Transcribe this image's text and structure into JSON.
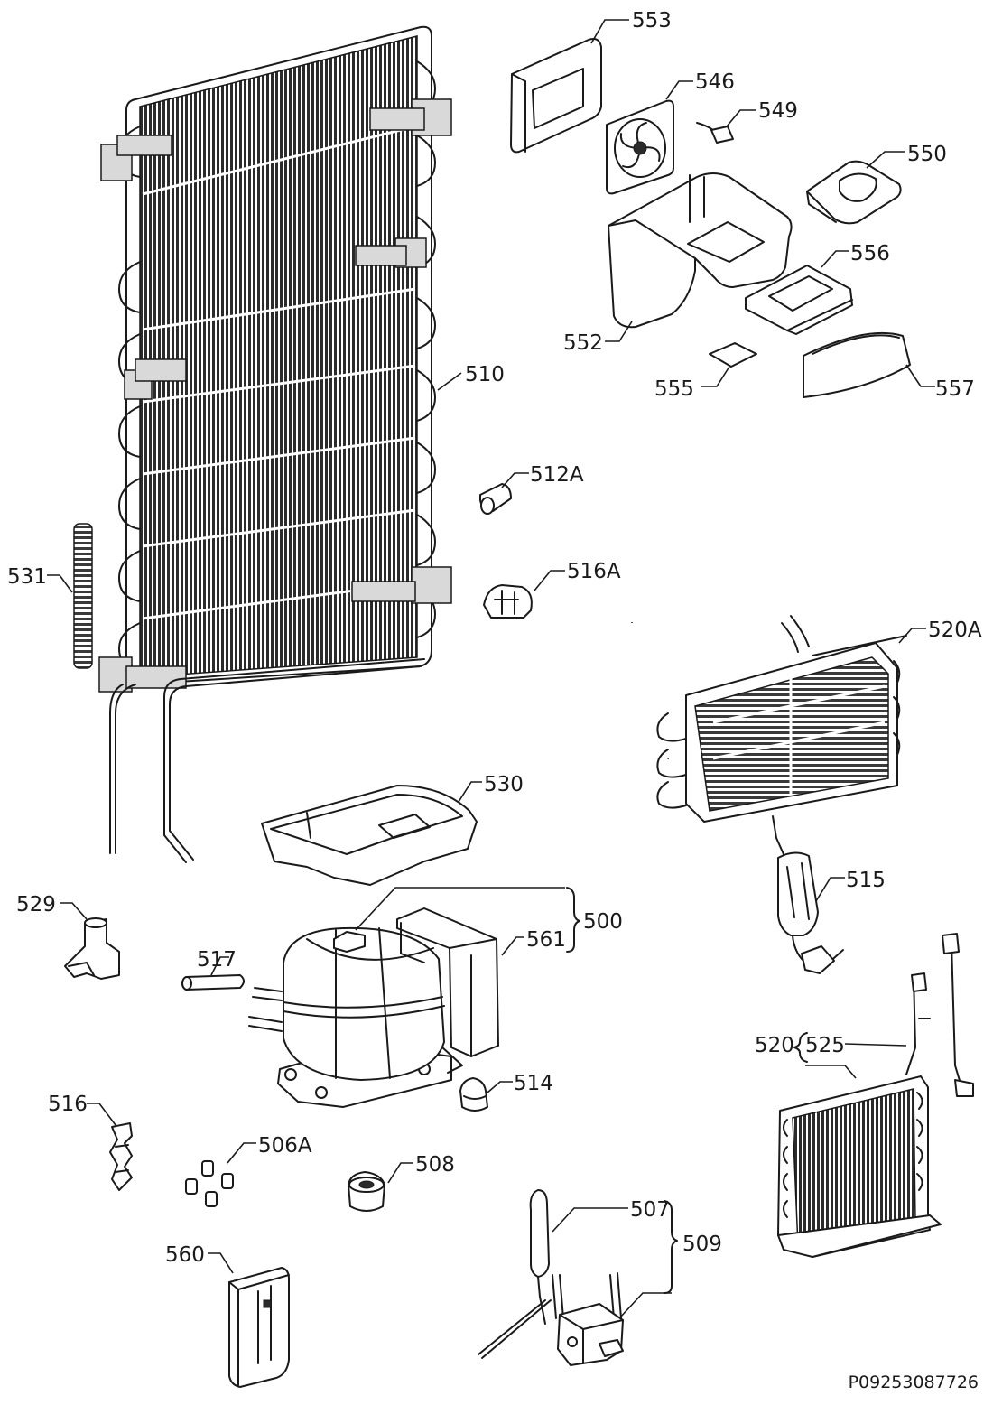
{
  "labels": {
    "p553": "553",
    "p546": "546",
    "p549": "549",
    "p550": "550",
    "p556": "556",
    "p552": "552",
    "p555": "555",
    "p557": "557",
    "p510": "510",
    "p512A": "512A",
    "p516A": "516A",
    "p531": "531",
    "p520A": "520A",
    "p530": "530",
    "p515": "515",
    "p529": "529",
    "p500": "500",
    "p561": "561",
    "p517": "517",
    "p514": "514",
    "p520": "520",
    "p525": "525",
    "p516": "516",
    "p506A": "506A",
    "p508": "508",
    "p507": "507",
    "p509": "509",
    "p560": "560"
  },
  "reference": "P09253087726",
  "colors": {
    "line": "#1a1a1a",
    "fill_dark": "#2a2a2a",
    "background": "#ffffff"
  }
}
